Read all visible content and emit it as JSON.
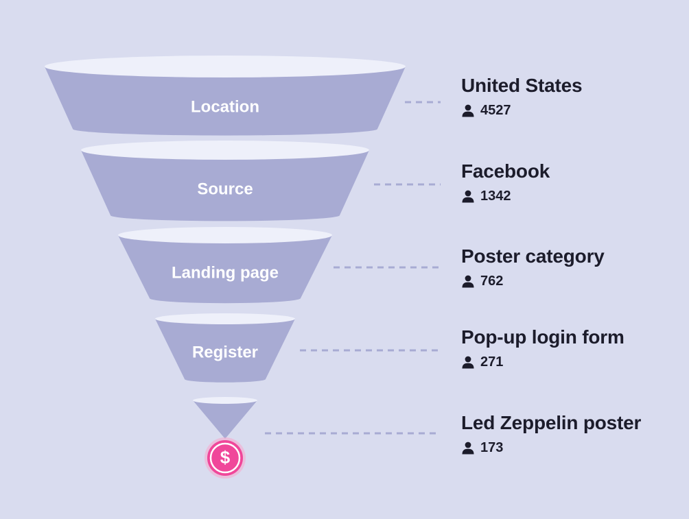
{
  "stages": [
    {
      "stage_label": "Location",
      "title": "United States",
      "count": "4527"
    },
    {
      "stage_label": "Source",
      "title": "Facebook",
      "count": "1342"
    },
    {
      "stage_label": "Landing page",
      "title": "Poster category",
      "count": "762"
    },
    {
      "stage_label": "Register",
      "title": "Pop-up login form",
      "count": "271"
    },
    {
      "stage_label": "",
      "title": "Led Zeppelin poster",
      "count": "173"
    }
  ],
  "goal_icon": {
    "icon": "dollar-sign-icon",
    "symbol": "$"
  },
  "icons": {
    "count_icon": "user-icon"
  },
  "colors": {
    "background": "#d9dcef",
    "funnel_body": "#a8abd3",
    "funnel_rim": "#eef0fa",
    "connector": "#a8abd3",
    "text": "#1c1c2b",
    "goal": "#f0479a"
  }
}
